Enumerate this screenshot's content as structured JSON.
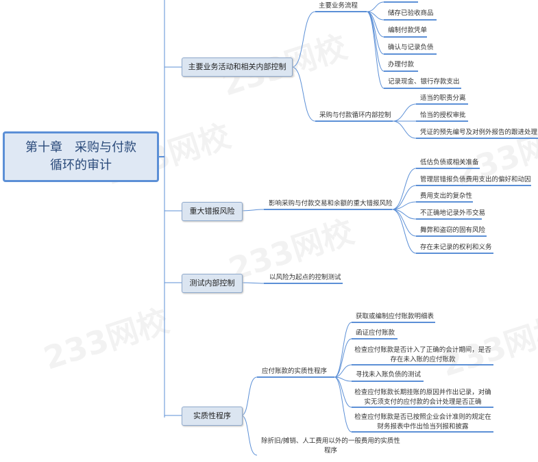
{
  "watermark": "233网校",
  "root": {
    "line1": "第十章　采购与付款",
    "line2": "循环的审计"
  },
  "branches": [
    {
      "label": "主要业务活动和相关内部控制",
      "children": [
        {
          "label": "主要业务流程",
          "items": [
            "储存已验收商品",
            "编制付款凭单",
            "确认与记录负债",
            "办理付款",
            "记录现金、银行存款支出"
          ]
        },
        {
          "label": "采购与付款循环内部控制",
          "items": [
            "适当的职责分离",
            "恰当的授权审批",
            "凭证的预先编号及对例外报告的跟进处理"
          ]
        }
      ]
    },
    {
      "label": "重大错报风险",
      "children": [
        {
          "label": "影响采购与付款交易和余额的重大错报风险",
          "items": [
            "低估负债或相关准备",
            "管理层错报负债费用支出的偏好和动因",
            "费用支出的复杂性",
            "不正确地记录外币交易",
            "舞弊和盗窃的固有风险",
            "存在未记录的权利和义务"
          ]
        }
      ]
    },
    {
      "label": "测试内部控制",
      "children": [
        {
          "label": "以风险为起点的控制测试"
        }
      ]
    },
    {
      "label": "实质性程序",
      "children": [
        {
          "label": "应付账款的实质性程序",
          "items": [
            "获取或编制应付账款明细表",
            "函证应付账款",
            "检查应付账款是否计入了正确的会计期间，是否存在未入账的应付账款",
            "寻找未入账负债的测试",
            "检查应付账款长期挂账的原因并作出记录，对确实无须支付的应付款的会计处理是否正确",
            "检查应付账款是否已按照企业会计准则的规定在财务报表中作出恰当列报和披露"
          ]
        },
        {
          "label": "除折旧/摊销、人工费用以外的一般费用的实质性程序"
        }
      ]
    }
  ]
}
